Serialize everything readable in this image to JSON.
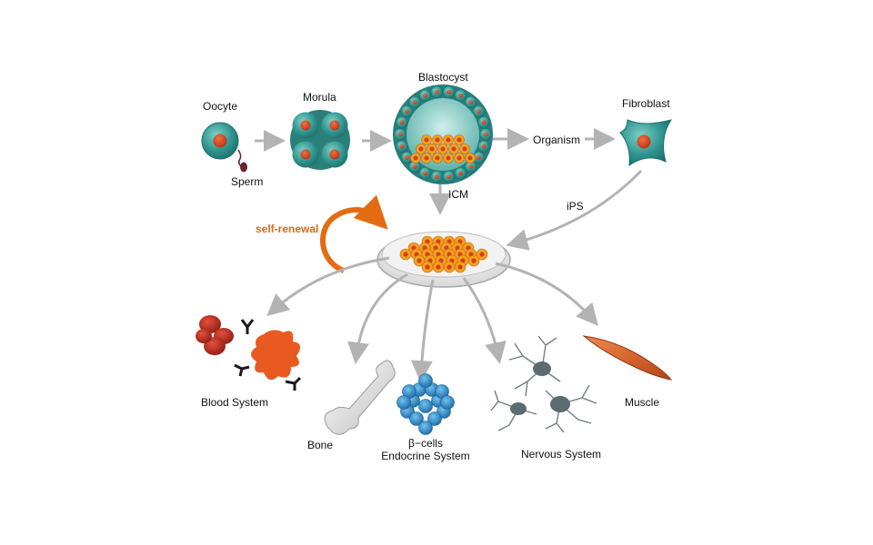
{
  "labels": {
    "oocyte": "Oocyte",
    "sperm": "Sperm",
    "morula": "Morula",
    "blastocyst": "Blastocyst",
    "organism": "Organism",
    "fibroblast": "Fibroblast",
    "icm": "ICM",
    "ips": "iPS",
    "self_renewal": "self-renewal",
    "blood_system": "Blood System",
    "bone": "Bone",
    "beta_cells": "β−cells",
    "endocrine_system": "Endocrine System",
    "nervous_system": "Nervous System",
    "muscle": "Muscle"
  },
  "colors": {
    "teal": "#2f8f8a",
    "orange": "#e46b12",
    "arrow": "#b3b3b3",
    "red": "#c62a1c",
    "blue": "#2a7fc0"
  }
}
